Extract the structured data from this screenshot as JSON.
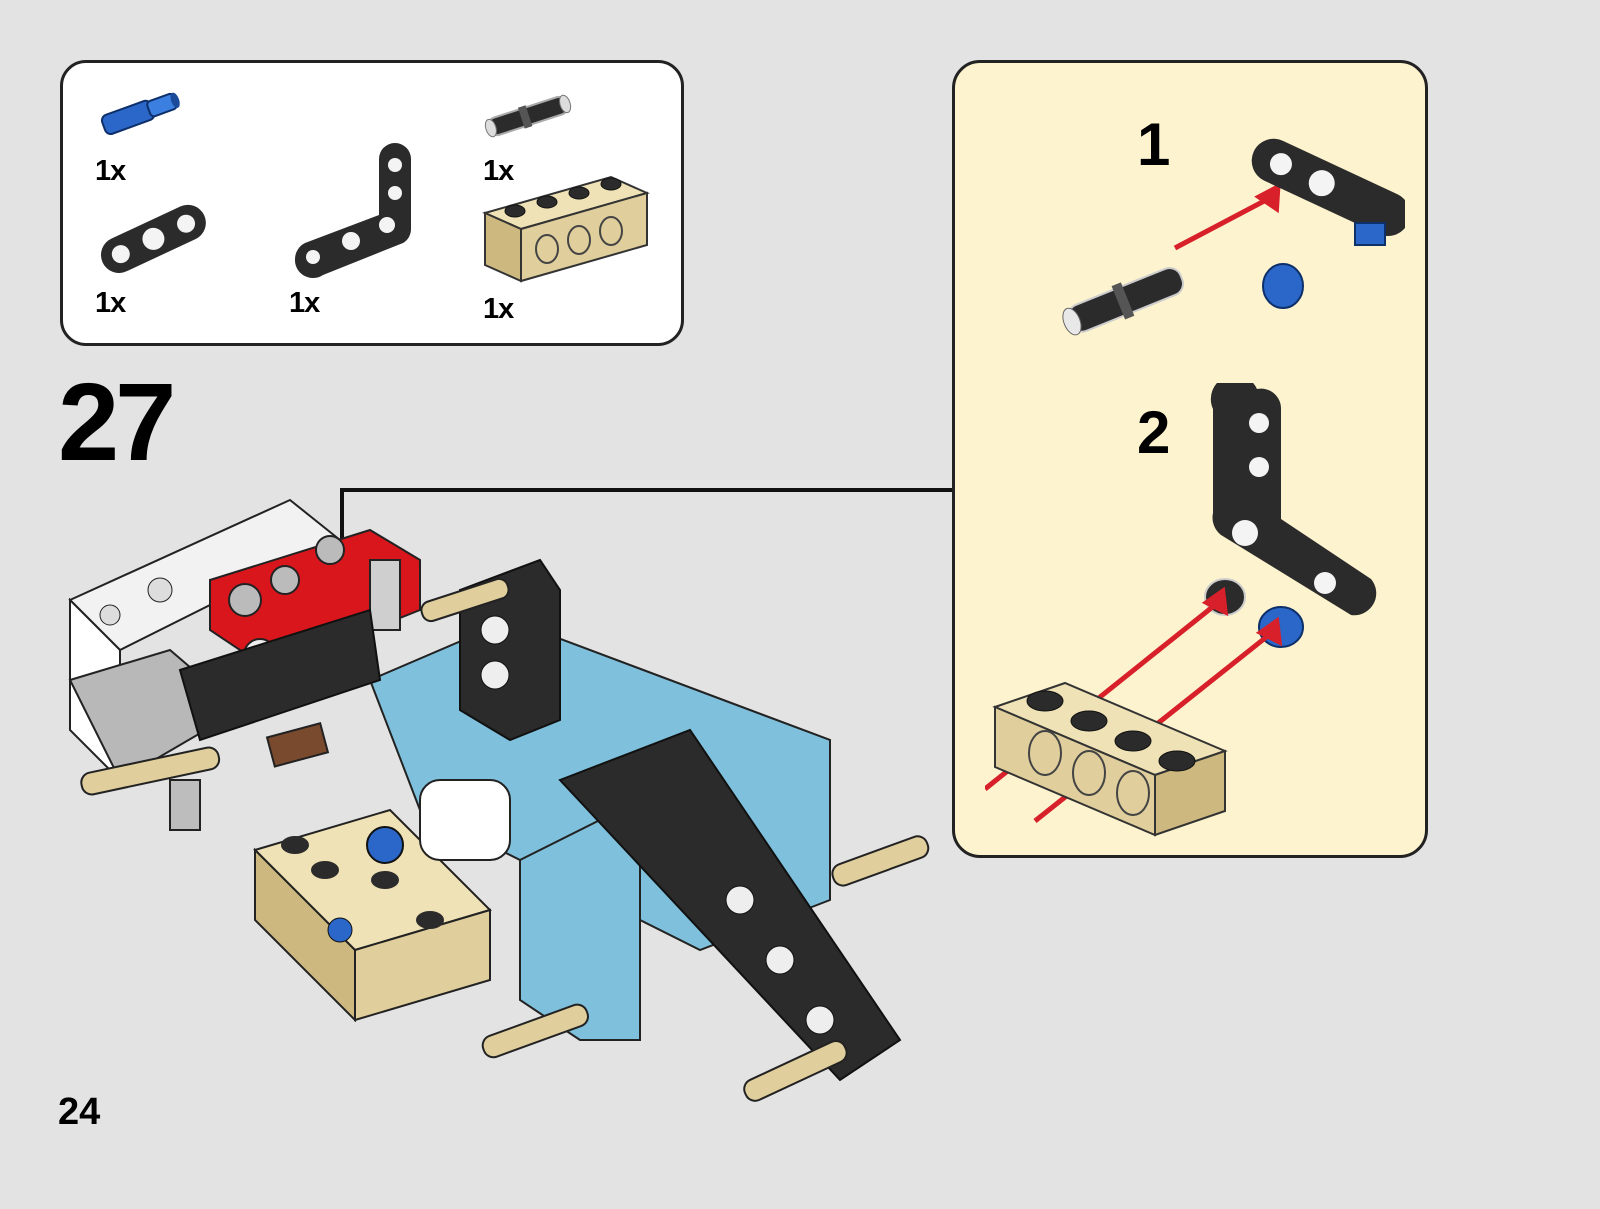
{
  "parts_list": {
    "items": [
      {
        "name": "blue-pin",
        "qty": "1x"
      },
      {
        "name": "black-pin",
        "qty": "1x"
      },
      {
        "name": "beam-3",
        "qty": "1x"
      },
      {
        "name": "l-beam",
        "qty": "1x"
      },
      {
        "name": "tan-brick-1x4",
        "qty": "1x"
      }
    ]
  },
  "step": {
    "number": "27"
  },
  "page": {
    "number": "24"
  },
  "callout": {
    "substeps": [
      {
        "label": "1"
      },
      {
        "label": "2"
      }
    ]
  },
  "colors": {
    "background": "#e3e3e3",
    "callout_bg": "#fdf3ce",
    "lego_blue": "#2a67c9",
    "lego_black": "#2b2b2b",
    "lego_tan": "#e0cf9c",
    "lego_red": "#d9161c",
    "lego_azure": "#7fc0dc",
    "arrow_red": "#d8202a"
  }
}
